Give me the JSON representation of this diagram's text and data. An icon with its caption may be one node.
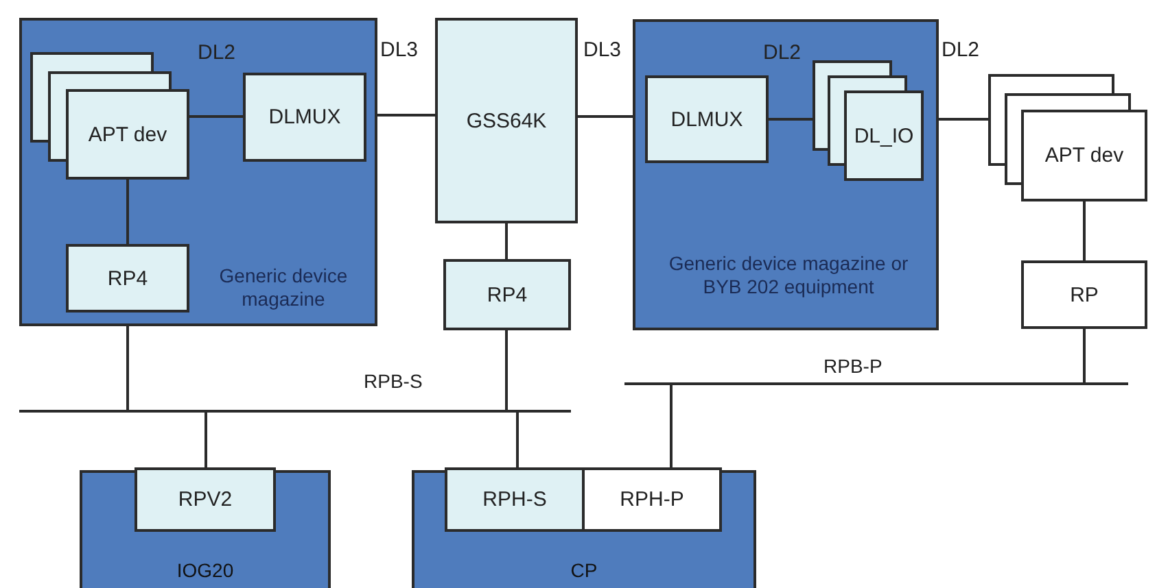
{
  "diagram": {
    "nodes": [
      {
        "text": [
          "Generic device magazine"
        ]
      },
      {
        "text": [
          "APT dev"
        ],
        "in": 0
      },
      {
        "text": [
          "DLMUX"
        ],
        "in": 0
      },
      {
        "text": [
          "RP4"
        ],
        "in": 0
      },
      {
        "text": [
          "GSS64K"
        ]
      },
      {
        "text": [
          "RP4"
        ]
      },
      {
        "text": [
          "Generic device magazine or BYB 202 equipment"
        ]
      },
      {
        "text": [
          "DLMUX"
        ],
        "in": 6
      },
      {
        "text": [
          "DL_IO"
        ],
        "in": 6
      },
      {
        "text": [
          "APT dev"
        ]
      },
      {
        "text": [
          "RP"
        ]
      },
      {
        "text": [],
        "shape": "bar",
        "beside": [
          "RPB-S"
        ]
      },
      {
        "text": [],
        "shape": "bar",
        "beside": [
          "RPB-P"
        ]
      },
      {
        "text": [
          "IOG20"
        ]
      },
      {
        "text": [
          "RPV2"
        ],
        "in": 13
      },
      {
        "text": [
          "CP"
        ]
      },
      {
        "text": [
          "RPH-S"
        ],
        "in": 15
      },
      {
        "text": [
          "RPH-P"
        ],
        "in": 15
      }
    ],
    "edges": [
      {
        "from": 1,
        "to": 2,
        "arrow": "none",
        "label": "DL2"
      },
      {
        "from": 2,
        "to": 4,
        "arrow": "none",
        "label": "DL3"
      },
      {
        "from": 4,
        "to": 7,
        "arrow": "none",
        "label": "DL3"
      },
      {
        "from": 7,
        "to": 8,
        "arrow": "none",
        "label": "DL2"
      },
      {
        "from": 8,
        "to": 9,
        "arrow": "none",
        "label": "DL2"
      },
      {
        "from": 1,
        "to": 3,
        "arrow": "none"
      },
      {
        "from": 4,
        "to": 5,
        "arrow": "none"
      },
      {
        "from": 9,
        "to": 10,
        "arrow": "none"
      },
      {
        "from": 3,
        "to": 11,
        "arrow": "none"
      },
      {
        "from": 5,
        "to": 11,
        "arrow": "none"
      },
      {
        "from": 10,
        "to": 12,
        "arrow": "none"
      },
      {
        "from": 14,
        "to": 11,
        "arrow": "none"
      },
      {
        "from": 16,
        "to": 11,
        "arrow": "none"
      },
      {
        "from": 17,
        "to": 12,
        "arrow": "none"
      }
    ]
  }
}
